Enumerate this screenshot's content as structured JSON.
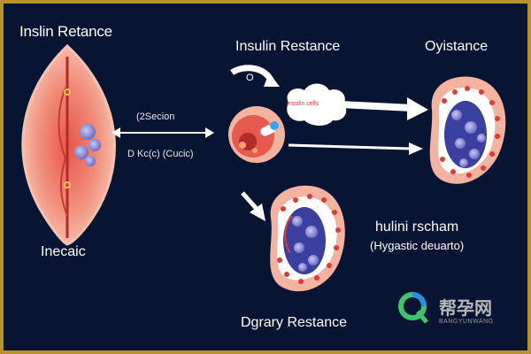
{
  "labels": {
    "top_left": "Inslin Retance",
    "top_center": "Insulin Restance",
    "top_right": "Oyistance",
    "left_bottom": "Inecaic",
    "center_annotation_1": "(2Secion",
    "center_annotation_2": "D Kc(c) (Cucic)",
    "center_arrow_text": "O",
    "cloud_text": "Insulin cells",
    "right_mid_1": "hulini rscham",
    "right_mid_2": "(Hygastic deuarto)",
    "bottom_center": "Dgrary Restance"
  },
  "watermark": {
    "brand_cn": "帮孕网",
    "brand_en": "BANGYUNWANG"
  },
  "colors": {
    "background": "#071533",
    "border": "#b8922a",
    "tissue_pink": "#f4b3a0",
    "tissue_red": "#d8403a",
    "cell_blue": "#4a4fae",
    "cell_lilac": "#a9a8e0",
    "arrow_white": "#ffffff"
  }
}
